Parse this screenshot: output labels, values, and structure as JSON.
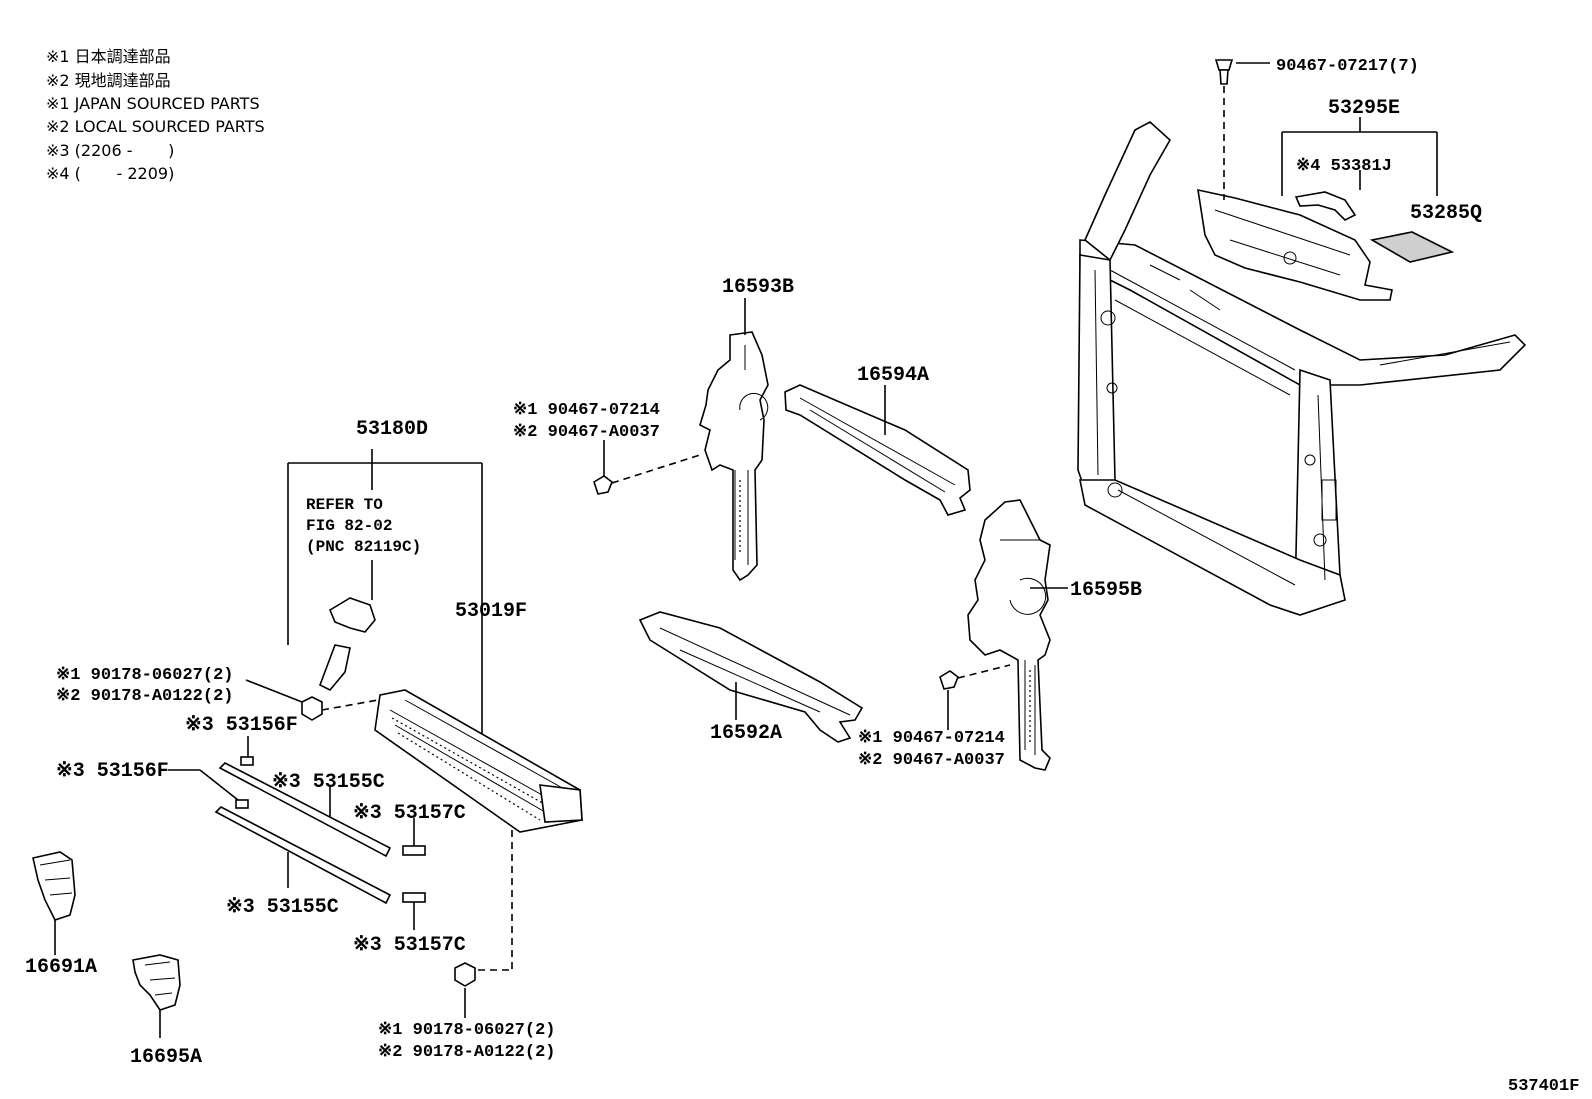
{
  "legend": [
    "※1 日本調達部品",
    "※2 現地調達部品",
    "※1 JAPAN SOURCED PARTS",
    "※2 LOCAL SOURCED PARTS",
    "※3 (2206 -       )",
    "※4 (       - 2209)"
  ],
  "labels": {
    "p90467_07217": "90467-07217(7)",
    "p53295E": "53295E",
    "p53381J": "※4 53381J",
    "p53285Q": "53285Q",
    "p16593B": "16593B",
    "p16594A": "16594A",
    "p90467_l1": "※1 90467-07214",
    "p90467_l2": "※2 90467-A0037",
    "p53180D": "53180D",
    "ref1": "REFER TO",
    "ref2": "FIG 82-02",
    "ref3": "(PNC 82119C)",
    "p53019F": "53019F",
    "p16595B": "16595B",
    "p90178_t1": "※1 90178-06027(2)",
    "p90178_t2": "※2 90178-A0122(2)",
    "p53156F_a": "※3 53156F",
    "p53156F_b": "※3 53156F",
    "p53155C_a": "※3 53155C",
    "p53157C_a": "※3 53157C",
    "p16592A": "16592A",
    "p90467_r1": "※1 90467-07214",
    "p90467_r2": "※2 90467-A0037",
    "p53155C_b": "※3 53155C",
    "p53157C_b": "※3 53157C",
    "p16691A": "16691A",
    "p16695A": "16695A",
    "p90178_b1": "※1 90178-06027(2)",
    "p90178_b2": "※2 90178-A0122(2)",
    "code": "537401F"
  }
}
